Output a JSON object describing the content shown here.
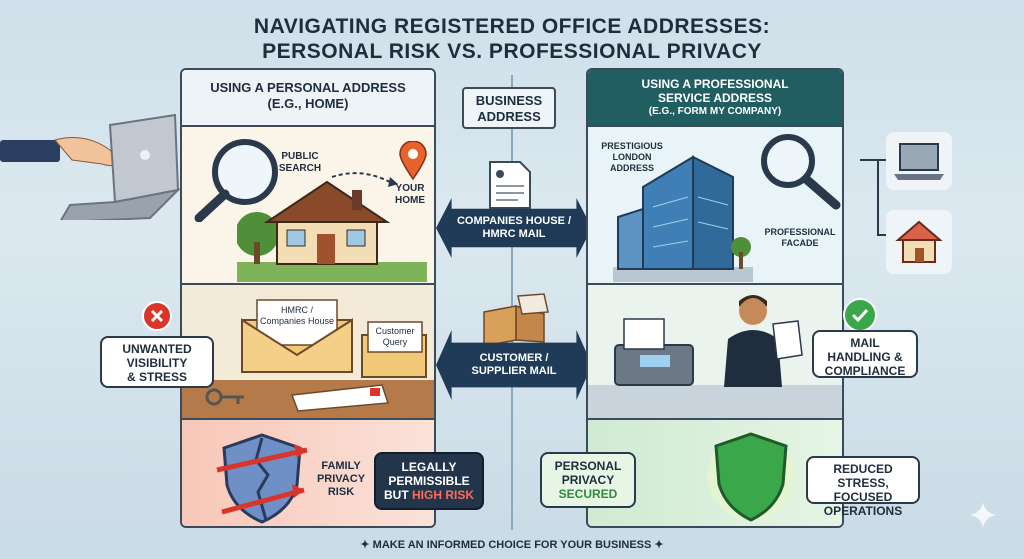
{
  "title": {
    "line1": "Navigating Registered Office Addresses:",
    "line2": "Personal Risk vs. Professional Privacy"
  },
  "left_panel": {
    "heading_line1": "Using a Personal Address",
    "heading_line2": "(E.g., Home)",
    "row1": {
      "magnifier_label_1": "Public",
      "magnifier_label_2": "Search",
      "pin_label_1": "Your",
      "pin_label_2": "Home"
    },
    "row2": {
      "envelope_1": "HMRC /",
      "envelope_2": "Companies House",
      "card_1": "Customer",
      "card_2": "Query"
    },
    "row3": {
      "shield_label_1": "Family",
      "shield_label_2": "Privacy",
      "shield_label_3": "Risk"
    }
  },
  "center": {
    "business_address_1": "Business",
    "business_address_2": "Address",
    "arrow1_line1": "Companies House /",
    "arrow1_line2": "HMRC Mail",
    "arrow2_line1": "Customer /",
    "arrow2_line2": "Supplier Mail"
  },
  "right_panel": {
    "heading_line1": "Using a Professional",
    "heading_line2": "Service Address",
    "heading_line3": "(E.g., Form My Company)",
    "row1": {
      "building_label_1": "Prestigious",
      "building_label_2": "London",
      "building_label_3": "Address",
      "facade_label_1": "Professional",
      "facade_label_2": "Facade"
    },
    "row3": {
      "privacy_1": "Personal",
      "privacy_2": "Privacy",
      "privacy_3": "Secured"
    }
  },
  "side_labels": {
    "unwanted_1": "Unwanted",
    "unwanted_2": "Visibility",
    "unwanted_3": "& Stress",
    "mail_1": "Mail",
    "mail_2": "Handling &",
    "mail_3": "Compliance",
    "legally_1": "Legally",
    "legally_2": "Permissible",
    "legally_3a": "But",
    "legally_3b": "High Risk",
    "reduced_1": "Reduced Stress,",
    "reduced_2": "Focused",
    "reduced_3": "Operations"
  },
  "footer": "Make an Informed Choice for Your Business",
  "colors": {
    "risk_red": "#d9352b",
    "success_green": "#3aa84a",
    "navy": "#1f3b57",
    "teal": "#215e61"
  }
}
